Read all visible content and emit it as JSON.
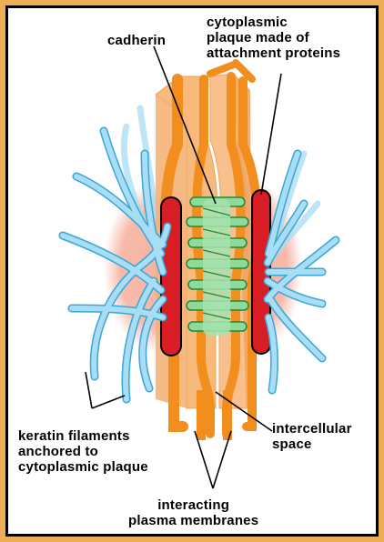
{
  "labels": {
    "cadherin": "cadherin",
    "plaque_line1": "cytoplasmic",
    "plaque_line2": "plaque made of",
    "plaque_line3": "attachment proteins",
    "keratin_line1": "keratin filaments",
    "keratin_line2": "anchored to",
    "keratin_line3": "cytoplasmic plaque",
    "intercellular_line1": "intercellular",
    "intercellular_line2": "space",
    "membranes_line1": "interacting",
    "membranes_line2": "plasma membranes"
  },
  "colors": {
    "page_background": "#f2b35a",
    "panel": "#ffffff",
    "cell_body": "#f7ba7b",
    "membrane": "#f18e1d",
    "membrane_dark": "#c86a10",
    "nucleus_glow": "#f3a08a",
    "plaque": "#d91d24",
    "cadherin": "#8fd99a",
    "cadherin_dark": "#1e8a3a",
    "keratin": "#a9ddf4",
    "keratin_edge": "#38a7d9"
  }
}
